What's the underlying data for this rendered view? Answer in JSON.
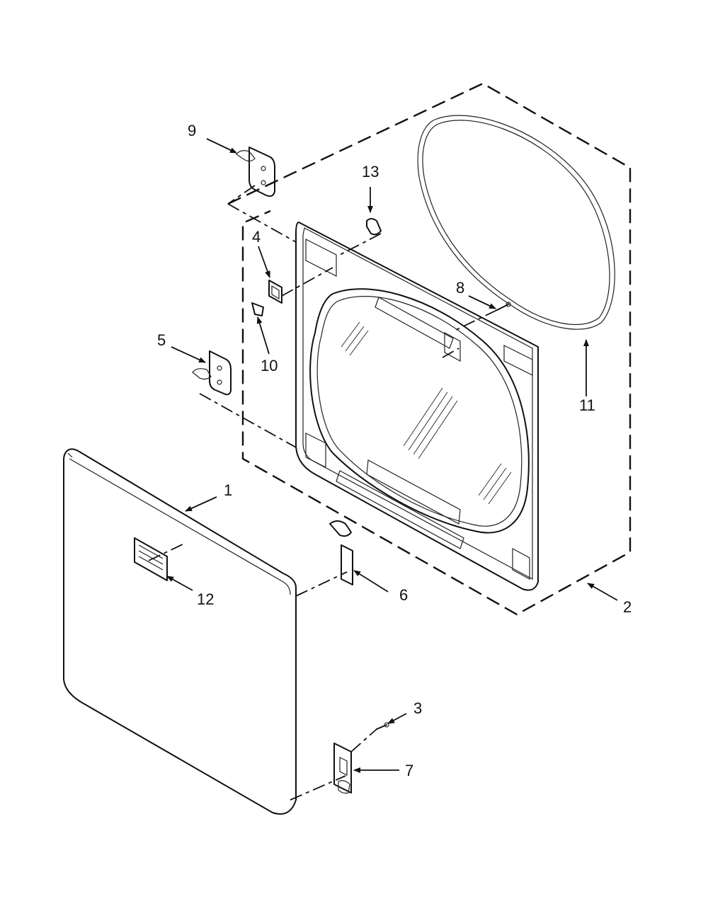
{
  "diagram": {
    "callouts": [
      "1",
      "2",
      "3",
      "4",
      "5",
      "6",
      "7",
      "8",
      "9",
      "10",
      "11",
      "12",
      "13"
    ]
  },
  "colors": {
    "line": "#111111",
    "background": "#ffffff"
  }
}
